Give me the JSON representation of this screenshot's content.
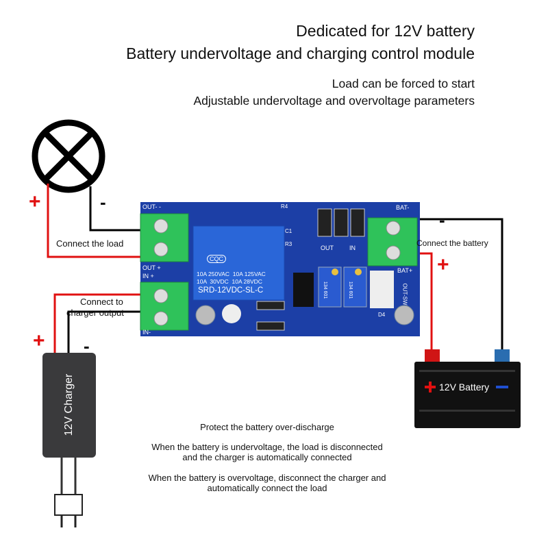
{
  "header": {
    "title_line1": "Dedicated for 12V battery",
    "title_line2": "Battery undervoltage and charging control module",
    "feature_1": "Load can be forced to start",
    "feature_2": "Adjustable undervoltage and overvoltage parameters"
  },
  "labels": {
    "load": "Connect the load",
    "charger_1": "Connect to",
    "charger_2": "charger output",
    "battery": "Connect the battery",
    "plus": "+",
    "minus": "-"
  },
  "charger": {
    "label": "12V Charger"
  },
  "battery": {
    "label": "12V Battery"
  },
  "board": {
    "out_minus": "OUT- -",
    "out_plus": "OUT +",
    "in_plus": "IN +",
    "in_minus": "IN-",
    "bat_minus": "BAT-",
    "bat_plus": "BAT+",
    "out_sw": "OUT-SW",
    "relay_brand": "CQC",
    "relay_line1": "10A 250VAC  10A 125VAC",
    "relay_line2": "10A  30VDC  10A 28VDC",
    "relay_model": "SRD-12VDC-SL-C",
    "pot1": "134 601",
    "pot2": "134 601",
    "out_label": "OUT",
    "in_label": "IN",
    "r4": "R4",
    "c1": "C1",
    "r3": "R3",
    "d4": "D4"
  },
  "notes": {
    "line1": "Protect the battery over-discharge",
    "line2a": "When the battery is undervoltage, the load is disconnected",
    "line2b": "and the charger is automatically connected",
    "line3a": "When the battery is overvoltage, disconnect the charger and",
    "line3b": "automatically connect the load"
  },
  "colors": {
    "board": "#1c3fa6",
    "terminal": "#2fc25a",
    "wire_red": "#e01010",
    "relay": "#2a66d8"
  }
}
